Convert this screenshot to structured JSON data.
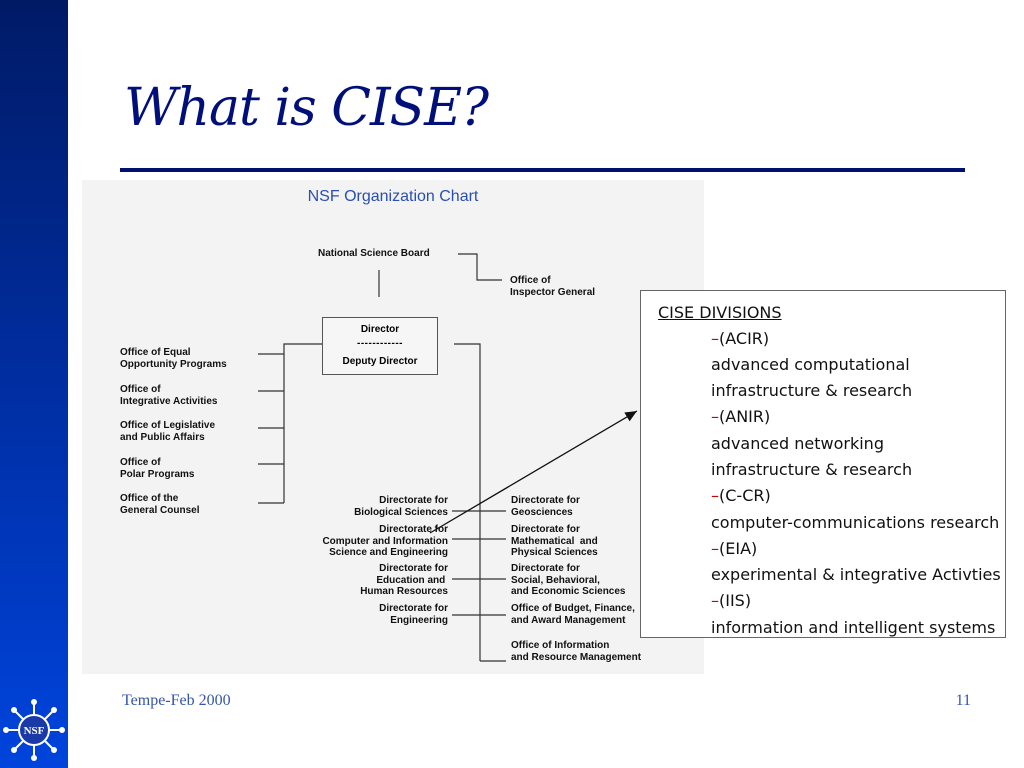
{
  "slide": {
    "title": "What is CISE?",
    "footer_left": "Tempe-Feb 2000",
    "page_number": "11"
  },
  "org_chart": {
    "title": "NSF Organization Chart",
    "board": "National Science Board",
    "inspector_general": "Office of\nInspector General",
    "director": "Director",
    "separator": "------------",
    "deputy_director": "Deputy Director",
    "left_offices": [
      "Office of Equal\nOpportunity Programs",
      "Office of\nIntegrative Activities",
      "Office of Legislative\nand Public Affairs",
      "Office of\nPolar Programs",
      "Office of the\nGeneral Counsel"
    ],
    "left_directorates": [
      "Directorate for\nBiological Sciences",
      "Directorate for\nComputer and Information\nScience and Engineering",
      "Directorate for\nEducation and \nHuman Resources",
      "Directorate for\nEngineering"
    ],
    "right_directorates": [
      "Directorate for\nGeosciences",
      "Directorate for\nMathematical  and\nPhysical Sciences",
      "Directorate for\nSocial, Behavioral,\nand Economic Sciences",
      "Office of Budget, Finance,\nand Award Management",
      "Office of Information\nand Resource Management"
    ]
  },
  "cise_divisions": {
    "heading": "CISE DIVISIONS",
    "dash": "–",
    "items": [
      {
        "code": "(ACIR)",
        "line1": " advanced computational",
        "line2": "infrastructure & research"
      },
      {
        "code": "(ANIR)",
        "line1": "advanced networking",
        "line2": "infrastructure & research"
      },
      {
        "code": "(C-CR)",
        "line1": "computer-communications research"
      },
      {
        "code": "(EIA)",
        "line1": " experimental & integrative Activties"
      },
      {
        "code": "(IIS)",
        "line1": "information and intelligent systems"
      }
    ]
  },
  "colors": {
    "sidebar": "#0030a8",
    "title": "#000f7a",
    "chart_title": "#2a4fb0",
    "footer": "#3355aa",
    "dash": "#cc0000"
  },
  "icons": {
    "logo": "nsf-logo-icon"
  }
}
